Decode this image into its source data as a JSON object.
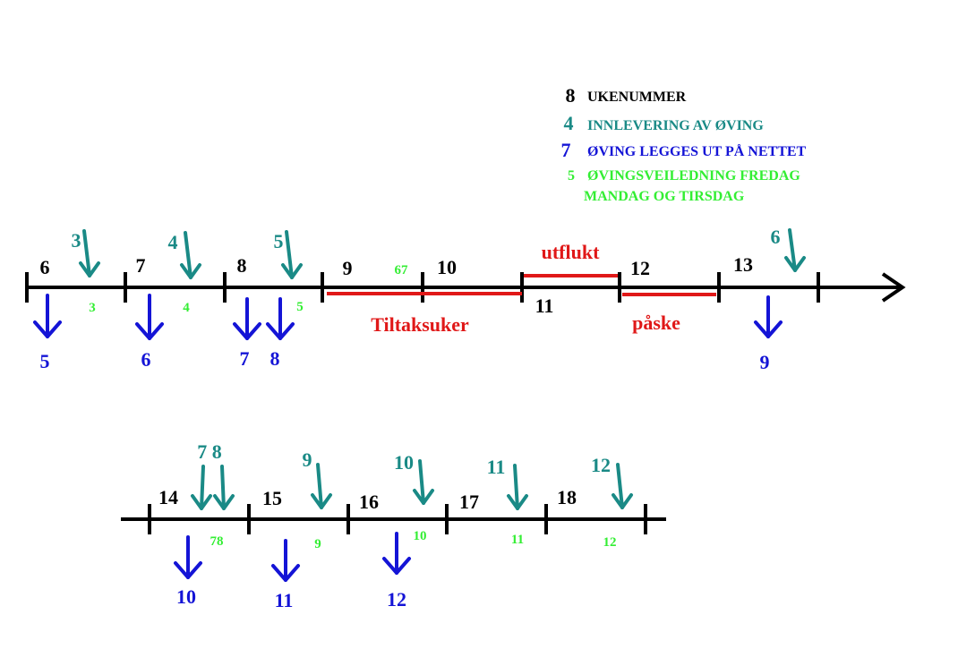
{
  "colors": {
    "week": "#000000",
    "submission": "#1a8a86",
    "published": "#1414d6",
    "guidance": "#33ee33",
    "period": "#e01818",
    "axis": "#000000"
  },
  "legend": {
    "items": [
      {
        "symbol": "8",
        "text": "UKENUMMER",
        "color_key": "week"
      },
      {
        "symbol": "4",
        "text": "INNLEVERING AV ØVING",
        "color_key": "submission"
      },
      {
        "symbol": "7",
        "text": "ØVING LEGGES UT PÅ NETTET",
        "color_key": "published"
      },
      {
        "symbol": "5",
        "text": "ØVINGSVEILEDNING FREDAG",
        "text2": "MANDAG OG TIRSDAG",
        "color_key": "guidance"
      }
    ]
  },
  "timelines": [
    {
      "arrowhead": true,
      "weeks": [
        {
          "label": "6"
        },
        {
          "label": "7"
        },
        {
          "label": "8"
        },
        {
          "label": "9"
        },
        {
          "label": "10"
        },
        {
          "label": "11",
          "below_axis": true
        },
        {
          "label": "12"
        },
        {
          "label": "13"
        }
      ],
      "submissions": [
        {
          "label": "3",
          "count": 1
        },
        {
          "label": "4",
          "count": 1
        },
        {
          "label": "5",
          "count": 1
        },
        {
          "label": "6",
          "count": 1
        }
      ],
      "published": [
        "5",
        "6",
        "7",
        "8",
        "9"
      ],
      "guidance": [
        "3",
        "4",
        "5",
        "67"
      ],
      "periods": [
        {
          "label": "Tiltaksuker",
          "label_side": "below"
        },
        {
          "label": "utflukt",
          "label_side": "above"
        },
        {
          "label": "påske",
          "label_side": "below"
        }
      ]
    },
    {
      "arrowhead": false,
      "weeks": [
        {
          "label": "14"
        },
        {
          "label": "15"
        },
        {
          "label": "16"
        },
        {
          "label": "17"
        },
        {
          "label": "18"
        }
      ],
      "submissions": [
        {
          "label": "7 8",
          "count": 2
        },
        {
          "label": "9",
          "count": 1
        },
        {
          "label": "10",
          "count": 1
        },
        {
          "label": "11",
          "count": 1
        },
        {
          "label": "12",
          "count": 1
        }
      ],
      "published": [
        "10",
        "11",
        "12"
      ],
      "guidance": [
        "78",
        "9",
        "10",
        "11",
        "12"
      ],
      "periods": []
    }
  ]
}
